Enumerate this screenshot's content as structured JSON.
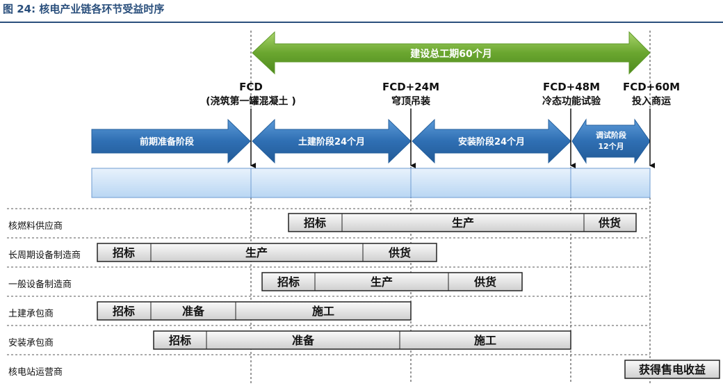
{
  "figure_title": "图 24: 核电产业链各环节受益时序",
  "total_period": "建设总工期60个月",
  "milestones": [
    {
      "line1": "FCD",
      "line2": "(浇筑第一罐混凝土 )"
    },
    {
      "line1": "FCD+24M",
      "line2": "穹顶吊装"
    },
    {
      "line1": "FCD+48M",
      "line2": "冷态功能试验"
    },
    {
      "line1": "FCD+60M",
      "line2": "投入商运"
    }
  ],
  "phases": [
    {
      "label": "前期准备阶段"
    },
    {
      "label": "土建阶段24个月"
    },
    {
      "label": "安装阶段24个月"
    },
    {
      "line1": "调试阶段",
      "line2": "12个月"
    }
  ],
  "rows": [
    {
      "name": "核燃料供应商",
      "segments": [
        "招标",
        "生产",
        "供货"
      ]
    },
    {
      "name": "长周期设备制造商",
      "segments": [
        "招标",
        "生产",
        "供货"
      ]
    },
    {
      "name": "一般设备制造商",
      "segments": [
        "招标",
        "生产",
        "供货"
      ]
    },
    {
      "name": "土建承包商",
      "segments": [
        "招标",
        "准备",
        "施工"
      ]
    },
    {
      "name": "安装承包商",
      "segments": [
        "招标",
        "准备",
        "施工"
      ]
    },
    {
      "name": "核电站运营商",
      "segments": [
        "获得售电收益"
      ]
    }
  ],
  "colors": {
    "green_arrow": "#6aa62f",
    "blue_arrow": "#2f6fb3",
    "band": "#cfe2f7",
    "bar": "#e6e6e6",
    "title": "#2a4f7c"
  }
}
